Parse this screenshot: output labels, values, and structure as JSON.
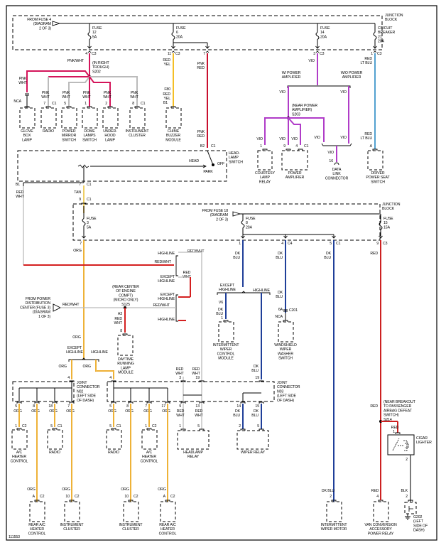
{
  "diagram_id": "111553",
  "colors": {
    "pnk_wht": "#d4145a",
    "pnk_wht_light": "#bbbbbb",
    "red_yel": "#f2a900",
    "yel_core": "#f6e05e",
    "pnk_red": "#c8102e",
    "vio": "#b03cc8",
    "red_ltblu": "#5bc8e8",
    "tan": "#e8c36a",
    "org": "#e8931e",
    "red_wht": "#d42020",
    "red_wht_light": "#bbbbbb",
    "dk_blu": "#1f3f99",
    "red": "#cc2020",
    "blk": "#333333"
  },
  "top_block": {
    "label": [
      "JUNCTION",
      "BLOCK"
    ],
    "source": [
      "FROM FUSE 4",
      "(DIAGRAM",
      "2 OF 3)"
    ],
    "fuses": [
      {
        "lines": [
          "FUSE",
          "12",
          "5A"
        ]
      },
      {
        "lines": [
          "FUSE",
          "6",
          "20A"
        ]
      },
      {
        "lines": [
          "FUSE",
          "14",
          "20A"
        ]
      },
      {
        "lines": [
          "CIRCUIT",
          "BREAKER",
          "21",
          "20A"
        ]
      }
    ],
    "pins": [
      {
        "pin": "4",
        "conn": "C3"
      },
      {
        "pin": "11",
        "conn": "C3"
      },
      {
        "pin": "7",
        "conn": ""
      },
      {
        "pin": "3",
        "conn": "C3"
      },
      {
        "pin": "1",
        "conn": "C3"
      }
    ]
  },
  "splice_s202": {
    "wire": "PNK/WHT",
    "label": [
      "(IN RIGHT",
      "TROUGH)",
      "S202"
    ]
  },
  "interior_loads": [
    {
      "wire": [
        "PNK",
        "WHT"
      ],
      "pin": "NCA",
      "conn": "",
      "name": [
        "GLOVE",
        "BOX",
        "LAMP"
      ]
    },
    {
      "wire": [
        "PNK",
        "WHT"
      ],
      "pin": "7",
      "conn": "C1",
      "name": [
        "RADIO"
      ]
    },
    {
      "wire": [
        "PNK",
        "WHT"
      ],
      "pin": "5",
      "conn": "",
      "name": [
        "POWER",
        "MIRROR",
        "SWITCH"
      ]
    },
    {
      "wire": [
        "PNK",
        "WHT"
      ],
      "pin": "1",
      "conn": "",
      "name": [
        "DOME",
        "LAMPS",
        "SWITCH"
      ]
    },
    {
      "wire": [
        "PNK",
        "WHT"
      ],
      "pin": "2",
      "conn": "",
      "name": [
        "UNDER-",
        "HOOD",
        "LAMP"
      ]
    },
    {
      "wire": [
        "PNK",
        "WHT"
      ],
      "pin": "8",
      "conn": "C1",
      "name": [
        "INSTRUMENT",
        "CLUSTER"
      ]
    }
  ],
  "chime": {
    "wire_top": [
      "RED",
      "YEL"
    ],
    "wire_mid": "F80",
    "wire_bot": [
      "RED",
      "YEL"
    ],
    "pin": "B1",
    "name": [
      "CHIME",
      "BUZZER",
      "MODULE"
    ]
  },
  "headlamp_switch": {
    "wire_in": [
      "PNK",
      "RED"
    ],
    "pin_in": "B2",
    "conn_in": "C1",
    "label": [
      "HEAD-",
      "LAMP",
      "SWITCH"
    ],
    "positions": {
      "head": "HEAD",
      "off": "OFF",
      "park": "PARK"
    },
    "out_left_pin": "B1",
    "out_mid_pin": "7",
    "out_mid_conn": "C1",
    "out_left_wire": [
      "RED",
      "WHT"
    ],
    "out_mid_wire": "TAN"
  },
  "amplifier": {
    "wire_top": "VIO",
    "branch_left": [
      "W/ POWER",
      "AMPLIFIER"
    ],
    "branch_right": [
      "W/O POWER",
      "AMPLIFIER"
    ],
    "splice": [
      "(NEAR POWER",
      "AMPLIFIER)",
      "S203"
    ],
    "loads": [
      {
        "wire": "VIO",
        "pin": "1",
        "conn": "",
        "name": [
          "COURTESY",
          "LAMP",
          "RELAY"
        ]
      },
      {
        "wire": "VIO",
        "pin": "9",
        "conn": "",
        "name": [
          "POWER",
          "AMPLIFIER"
        ],
        "pin2": "4",
        "wire2": "VIO",
        "conn2": "C1"
      },
      {
        "wire": "VIO",
        "pin": "16",
        "conn": "",
        "name": [
          "DATA",
          "LINK",
          "CONNECTOR"
        ]
      }
    ],
    "vio_labels": [
      "VIO",
      "VIO",
      "VIO",
      "VIO",
      "VIO",
      "VIO",
      "VIO"
    ]
  },
  "seat": {
    "wire": [
      "RED",
      "LT BLU"
    ],
    "pin": "A",
    "name": [
      "DRIVER",
      "POWER SEAT",
      "SWITCH"
    ]
  },
  "mid_block": {
    "label": [
      "JUNCTION",
      "BLOCK"
    ],
    "source": [
      "FROM FUSE 18",
      "(DIAGRAM",
      "2 OF 3)"
    ],
    "fuses": [
      {
        "lines": [
          "FUSE",
          "3",
          "5A"
        ]
      },
      {
        "lines": [
          "FUSE",
          "8",
          "20A"
        ]
      },
      {
        "lines": [
          "FUSE",
          "15",
          "15A"
        ]
      }
    ],
    "in_pin": "9",
    "in_conn": "C1",
    "pins": [
      {
        "pin": "7",
        "conn": ""
      },
      {
        "pin": "1",
        "conn": ""
      },
      {
        "pin": "4",
        "conn": "C4"
      },
      {
        "pin": "5",
        "conn": "C1"
      },
      {
        "pin": "9",
        "conn": "C3"
      }
    ]
  },
  "lighting": {
    "org": "ORG",
    "highline_1": "HIGHLINE",
    "red_wht_1": "RED/WHT",
    "red_wht_2": "RED/WHT",
    "except_highline_1": [
      "EXCEPT",
      "HIGHLINE"
    ],
    "red_wht_v": [
      "RED",
      "WHT"
    ],
    "except_highline_2": [
      "EXCEPT",
      "HIGHLINE"
    ],
    "red_wht_3": "RED/WHT",
    "highline_2": "HIGHLINE",
    "pdc_source": [
      "FROM POWER",
      "DISTRIBUTION",
      "CENTER (FUSE 3)",
      "(DIAGRAM",
      "1 OF 3)"
    ],
    "pdc_wire": "RED/WHT",
    "splice_s125": [
      "(REAR CENTER",
      "OF ENGINE",
      "COMPT)",
      "(MICRO ONLY)",
      "S125"
    ],
    "drl_wire_code": "A3",
    "drl_wire": [
      "RED",
      "WHT"
    ],
    "drl_pin": "8",
    "drl_name": [
      "DAYTIME",
      "RUNNING",
      "LAMP",
      "MODULE"
    ],
    "org_2": "ORG",
    "except_highline_3": [
      "EXCEPT",
      "HIGHLINE"
    ],
    "highline_3": "HIGHLINE",
    "org_left": "ORG",
    "org_right": "ORG"
  },
  "wiper": {
    "dk_blu_1": [
      "DK",
      "BLU"
    ],
    "dk_blu_4": [
      "DK",
      "BLU"
    ],
    "dk_blu_5": [
      "DK",
      "BLU"
    ],
    "red_9": "RED",
    "except_highline": [
      "EXCEPT",
      "HIGHLINE"
    ],
    "highline": "HIGHLINE",
    "v6": "V6",
    "v6_wire": [
      "DK",
      "BLU"
    ],
    "iwcm_pin": "1",
    "iwcm_name": [
      "INTERMITTENT",
      "WIPER",
      "CONTROL",
      "MODULE"
    ],
    "ws_wire": [
      "DK",
      "BLU"
    ],
    "ws_pin": "6A",
    "ws_conn": "C201",
    "ws_nca": "NCA",
    "ws_name": [
      "WINDSHIELD",
      "WIPER",
      "WASHER",
      "SWITCH"
    ],
    "hl_wire": [
      "DK",
      "BLU"
    ]
  },
  "joint_n02": {
    "label": [
      "JOINT",
      "CONNECTOR",
      "N02",
      "(LEFT SIDE",
      "OF DASH)"
    ],
    "in_pin": "4",
    "pins": [
      "5",
      "8",
      "18",
      "7"
    ],
    "wires": [
      "ORG",
      "ORG",
      "ORG",
      "ORG"
    ],
    "loads": [
      {
        "pin": "1",
        "conn": "C2",
        "name": [
          "A/C",
          "HEATER",
          "CONTROL"
        ]
      },
      {
        "pin": "5",
        "conn": "C1",
        "name": [
          "RADIO"
        ]
      }
    ]
  },
  "joint_n03": {
    "label": [
      "JOINT",
      "CONNECTOR",
      "N03",
      "(LEFT SIDE",
      "OF DASH)"
    ],
    "in_pins": [
      "4",
      "3",
      "19"
    ],
    "pins": [
      "5",
      "8",
      "7",
      "17",
      "9",
      "13",
      "14",
      "15"
    ],
    "wires": [
      "ORG",
      "ORG",
      "ORG",
      "ORG"
    ],
    "redwht": [
      [
        "RED",
        "WHT"
      ],
      [
        "RED",
        "WHT"
      ]
    ],
    "dkblu": [
      [
        "DK",
        "BLU"
      ],
      [
        "DK",
        "BLU"
      ]
    ],
    "in_wires": [
      [
        "RED",
        "WHT"
      ],
      [
        "RED",
        "WHT"
      ],
      [
        "DK",
        "BLU"
      ]
    ],
    "loads": [
      {
        "pin": "5",
        "conn": "C1",
        "name": [
          "RADIO"
        ]
      },
      {
        "pin": "1",
        "conn": "C2",
        "name": [
          "A/C",
          "HEATER",
          "CONTROL"
        ]
      },
      {
        "pin": "1",
        "pin2": "5",
        "name": [
          "HEADLAMP",
          "RELAY"
        ]
      },
      {
        "pin": "2",
        "pin2": "5",
        "name": [
          "WIPER RELAY"
        ]
      }
    ]
  },
  "bottom_loads": [
    {
      "wire": "ORG",
      "pin": "A",
      "conn": "C2",
      "name": [
        "REAR A/C",
        "HEATER",
        "CONTROL"
      ]
    },
    {
      "wire": "ORG",
      "pin": "10",
      "conn": "C2",
      "name": [
        "INSTRUMENT",
        "CLUSTER"
      ]
    },
    {
      "wire": "ORG",
      "pin": "10",
      "conn": "C2",
      "name": [
        "INSTRUMENT",
        "CLUSTER"
      ]
    },
    {
      "wire": "ORG",
      "pin": "A",
      "conn": "C2",
      "name": [
        "REAR A/C",
        "HEATER",
        "CONTROL"
      ]
    },
    {
      "wire": "DK BLU",
      "pin": "2",
      "conn": "",
      "name": [
        "INTERMITTENT",
        "WIPER MOTOR"
      ]
    },
    {
      "wire": "RED",
      "pin": "4",
      "conn": "",
      "name": [
        "VAN CONVERSION",
        "ACCESSORY",
        "POWER RELAY"
      ]
    }
  ],
  "cigar": {
    "splice": [
      "(NEAR BREAKOUT",
      "TO PASSENGER",
      "AIRBAG DEFEAT",
      "SWITCH)",
      "S214"
    ],
    "wire_in": "RED",
    "wire_in2": "RED",
    "pin_in": "1",
    "name": [
      "CIGAR",
      "LIGHTER"
    ],
    "pin_out": "2",
    "ground_wire": "BLK",
    "ground_pin": "2",
    "ground": [
      "G202",
      "(LEFT",
      "SIDE OF",
      "DASH)"
    ]
  }
}
